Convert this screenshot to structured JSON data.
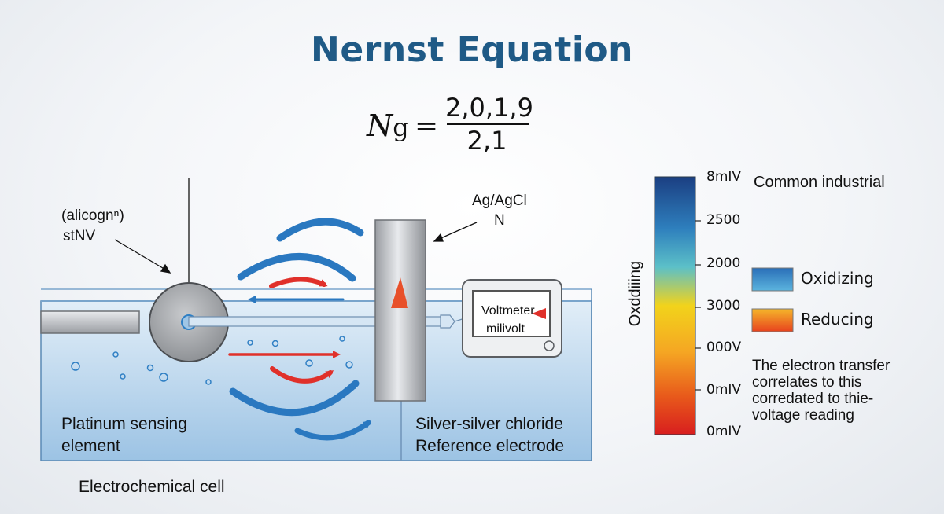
{
  "title": "Nernst Equation",
  "equation": {
    "lhs": "N",
    "lhs_sub": "g",
    "equals": "=",
    "numerator": "2,0,1,9",
    "denominator": "2,1"
  },
  "labels": {
    "top_left_1": "(alicognⁿ)",
    "top_left_2": "stNV",
    "agagcl_1": "Ag/AgCl",
    "agagcl_2": "N",
    "voltmeter": "Voltmeter",
    "millivolt": "milivolt",
    "platinum_1": "Platinum sensing",
    "platinum_2": "element",
    "silver_1": "Silver-silver chloride",
    "silver_2": "Reference electrode",
    "cell": "Electrochemical cell"
  },
  "scale": {
    "axis_label": "Oxddiiing",
    "ticks": [
      "8mIV",
      "2500",
      "2000",
      "3000",
      "000V",
      "0mIV",
      "0mIV"
    ],
    "colors": [
      "#1b3f82",
      "#2e7fbd",
      "#5cc0c8",
      "#f2d31b",
      "#f5a623",
      "#e85a1b",
      "#d81e1e"
    ]
  },
  "legend": {
    "header": "Common industrial",
    "items": [
      {
        "label": "Oxidizing",
        "color": "#3a8fd0"
      },
      {
        "label": "Reducing",
        "color": "#f08a2a"
      }
    ]
  },
  "note": {
    "line1": "The electron transfer",
    "line2": "correlates to this",
    "line3": "corredated to thie-",
    "line4": "voltage reading"
  },
  "colors": {
    "title": "#1f5a86",
    "arrow_blue": "#2a78c0",
    "arrow_red": "#e0302a",
    "liquid_top": "#dcebf6",
    "liquid_bottom": "#9fc6e6"
  }
}
